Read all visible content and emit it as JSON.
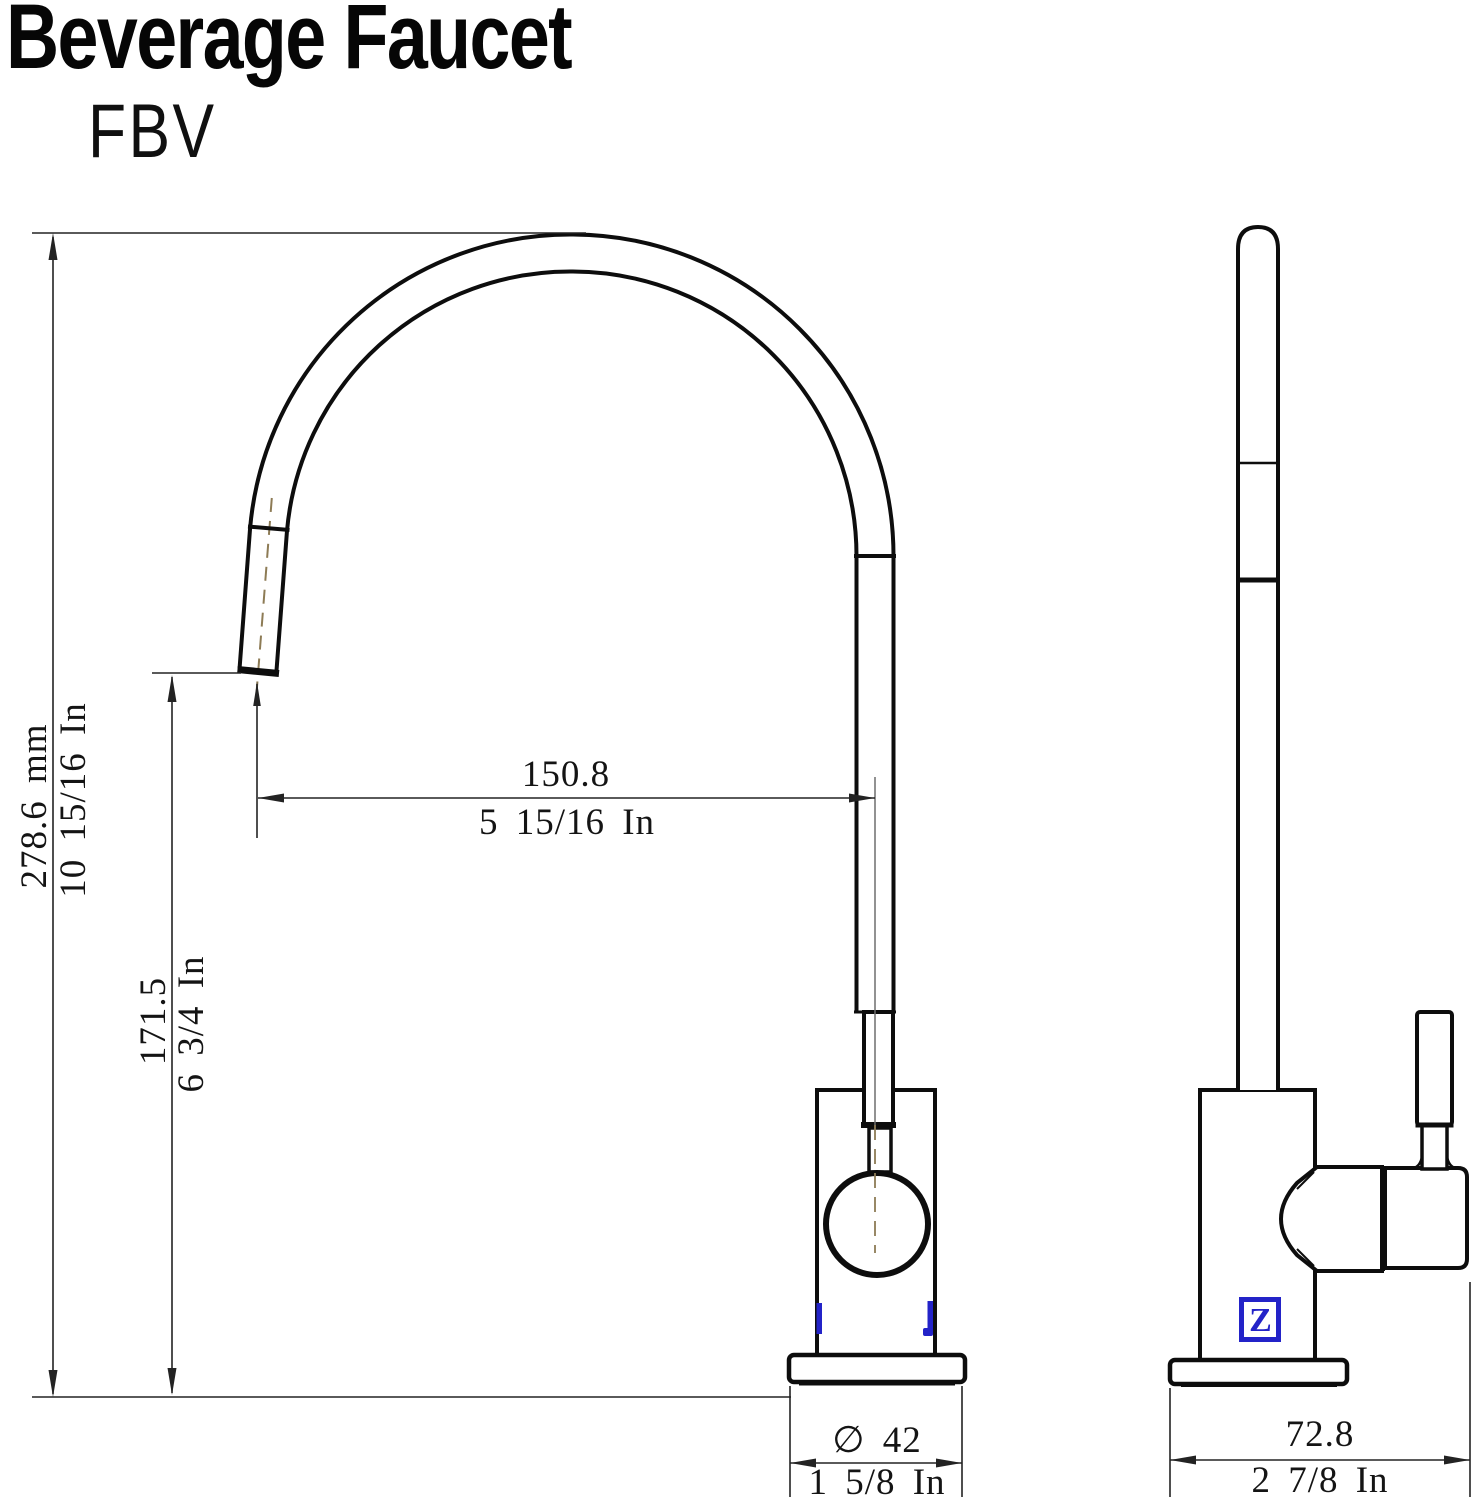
{
  "title": "Beverage Faucet",
  "model": "FBV",
  "logo": {
    "letter": "Z"
  },
  "colors": {
    "line": "#0d0d0d",
    "dimension": "#232323",
    "accent_blue": "#2323c8",
    "centerline_olive": "#8d7b55"
  },
  "dims": {
    "overall_height": {
      "metric": "278.6 mm",
      "imperial": "10 15/16 In"
    },
    "spout_height": {
      "metric": "171.5",
      "imperial": "6 3/4 In"
    },
    "spout_reach": {
      "metric": "150.8",
      "imperial": "5 15/16 In"
    },
    "base_diameter": {
      "metric": "∅ 42",
      "imperial": "1 5/8 In"
    },
    "body_depth": {
      "metric": "72.8",
      "imperial": "2 7/8 In"
    }
  }
}
